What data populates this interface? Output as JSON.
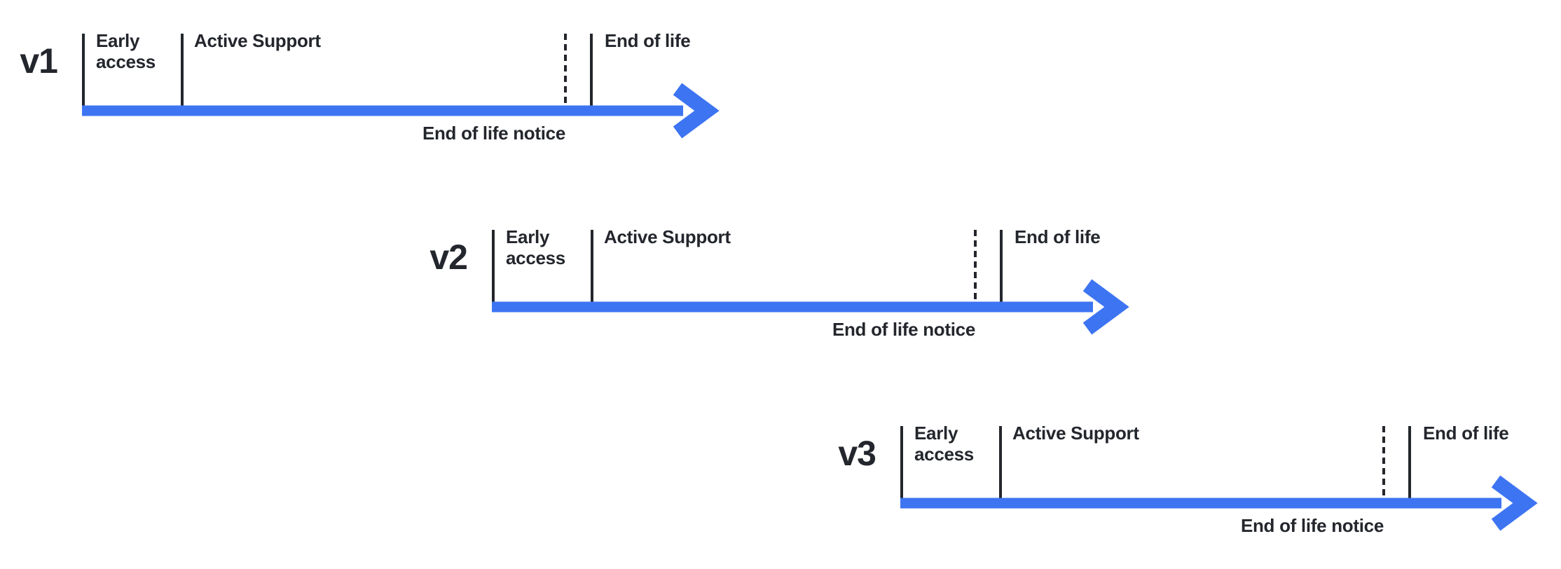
{
  "colors": {
    "arrow_blue": "#3d74f2",
    "text_dark": "#23262c"
  },
  "rows": [
    {
      "version": "v1",
      "phases": {
        "early_access": "Early access",
        "active_support": "Active Support",
        "end_of_life_notice": "End of life notice",
        "end_of_life": "End of life"
      }
    },
    {
      "version": "v2",
      "phases": {
        "early_access": "Early access",
        "active_support": "Active Support",
        "end_of_life_notice": "End of life notice",
        "end_of_life": "End of life"
      }
    },
    {
      "version": "v3",
      "phases": {
        "early_access": "Early access",
        "active_support": "Active Support",
        "end_of_life_notice": "End of life notice",
        "end_of_life": "End of life"
      }
    }
  ]
}
